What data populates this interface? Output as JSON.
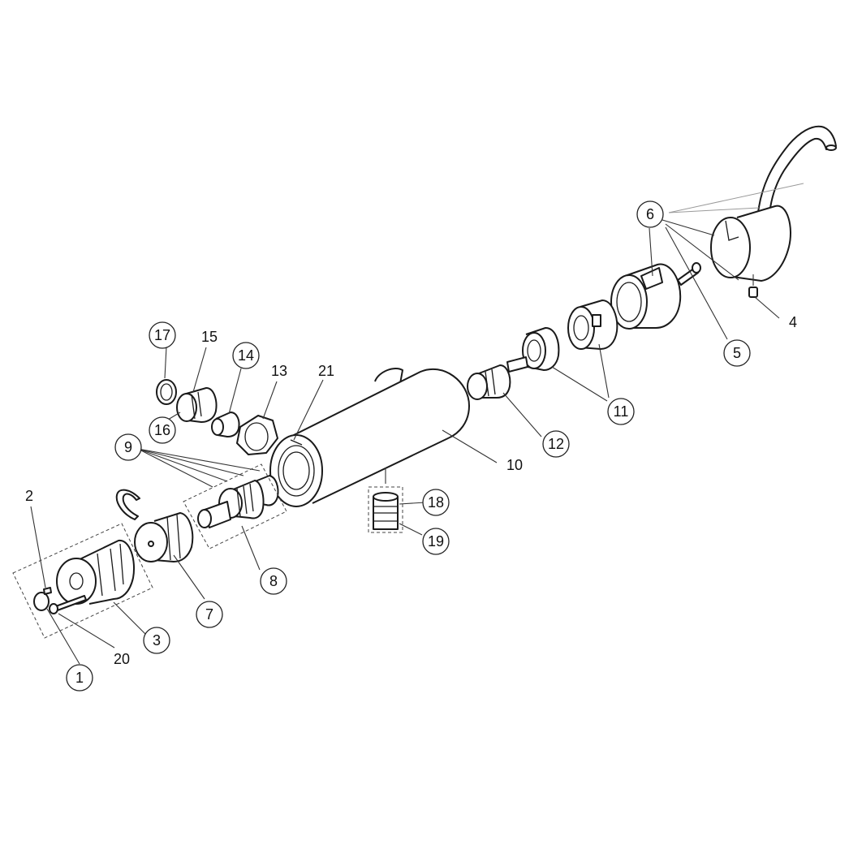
{
  "diagram": {
    "callouts": [
      {
        "id": "c1",
        "label": "1",
        "circled": true
      },
      {
        "id": "c2",
        "label": "2",
        "circled": false
      },
      {
        "id": "c3",
        "label": "3",
        "circled": true
      },
      {
        "id": "c4",
        "label": "4",
        "circled": false
      },
      {
        "id": "c5",
        "label": "5",
        "circled": true
      },
      {
        "id": "c6",
        "label": "6",
        "circled": true
      },
      {
        "id": "c7",
        "label": "7",
        "circled": true
      },
      {
        "id": "c8",
        "label": "8",
        "circled": true
      },
      {
        "id": "c9",
        "label": "9",
        "circled": true
      },
      {
        "id": "c10",
        "label": "10",
        "circled": false
      },
      {
        "id": "c11",
        "label": "11",
        "circled": true
      },
      {
        "id": "c12",
        "label": "12",
        "circled": true
      },
      {
        "id": "c13",
        "label": "13",
        "circled": false
      },
      {
        "id": "c14",
        "label": "14",
        "circled": true
      },
      {
        "id": "c15",
        "label": "15",
        "circled": false
      },
      {
        "id": "c16",
        "label": "16",
        "circled": true
      },
      {
        "id": "c17",
        "label": "17",
        "circled": true
      },
      {
        "id": "c18",
        "label": "18",
        "circled": true
      },
      {
        "id": "c19",
        "label": "19",
        "circled": true
      },
      {
        "id": "c20",
        "label": "20",
        "circled": false
      },
      {
        "id": "c21",
        "label": "21",
        "circled": false
      }
    ]
  }
}
